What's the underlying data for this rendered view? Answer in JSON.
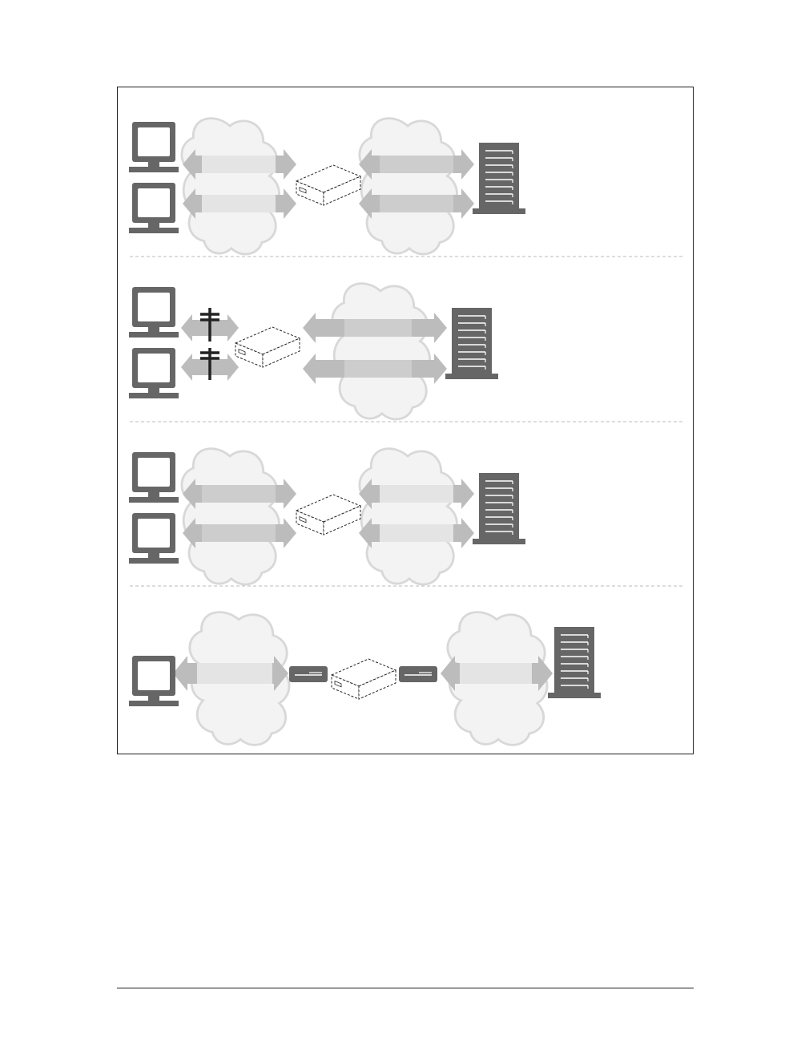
{
  "figure": {
    "border_color": "#222222",
    "divider_color": "#bbbbbb",
    "icon_color": "#666666",
    "cloud_fill": "#f3f3f3",
    "cloud_stroke": "#d8d8d8",
    "arrow_dark": "#bcbcbc",
    "arrow_light": "#e4e4e4",
    "rows": [
      {
        "name": "scenario-1",
        "components": [
          "client-computer",
          "client-computer",
          "cloud-light",
          "proxy-box",
          "cloud-dark",
          "server-tower"
        ]
      },
      {
        "name": "scenario-2",
        "components": [
          "client-computer",
          "client-computer",
          "line-taps",
          "proxy-box",
          "cloud-dark",
          "server-tower"
        ]
      },
      {
        "name": "scenario-3",
        "components": [
          "client-computer",
          "client-computer",
          "cloud-dark",
          "proxy-box",
          "cloud-light",
          "server-tower"
        ]
      },
      {
        "name": "scenario-4",
        "components": [
          "client-computer",
          "cloud-light",
          "plug-module",
          "proxy-box",
          "plug-module",
          "cloud-light",
          "server-tower"
        ]
      }
    ]
  }
}
